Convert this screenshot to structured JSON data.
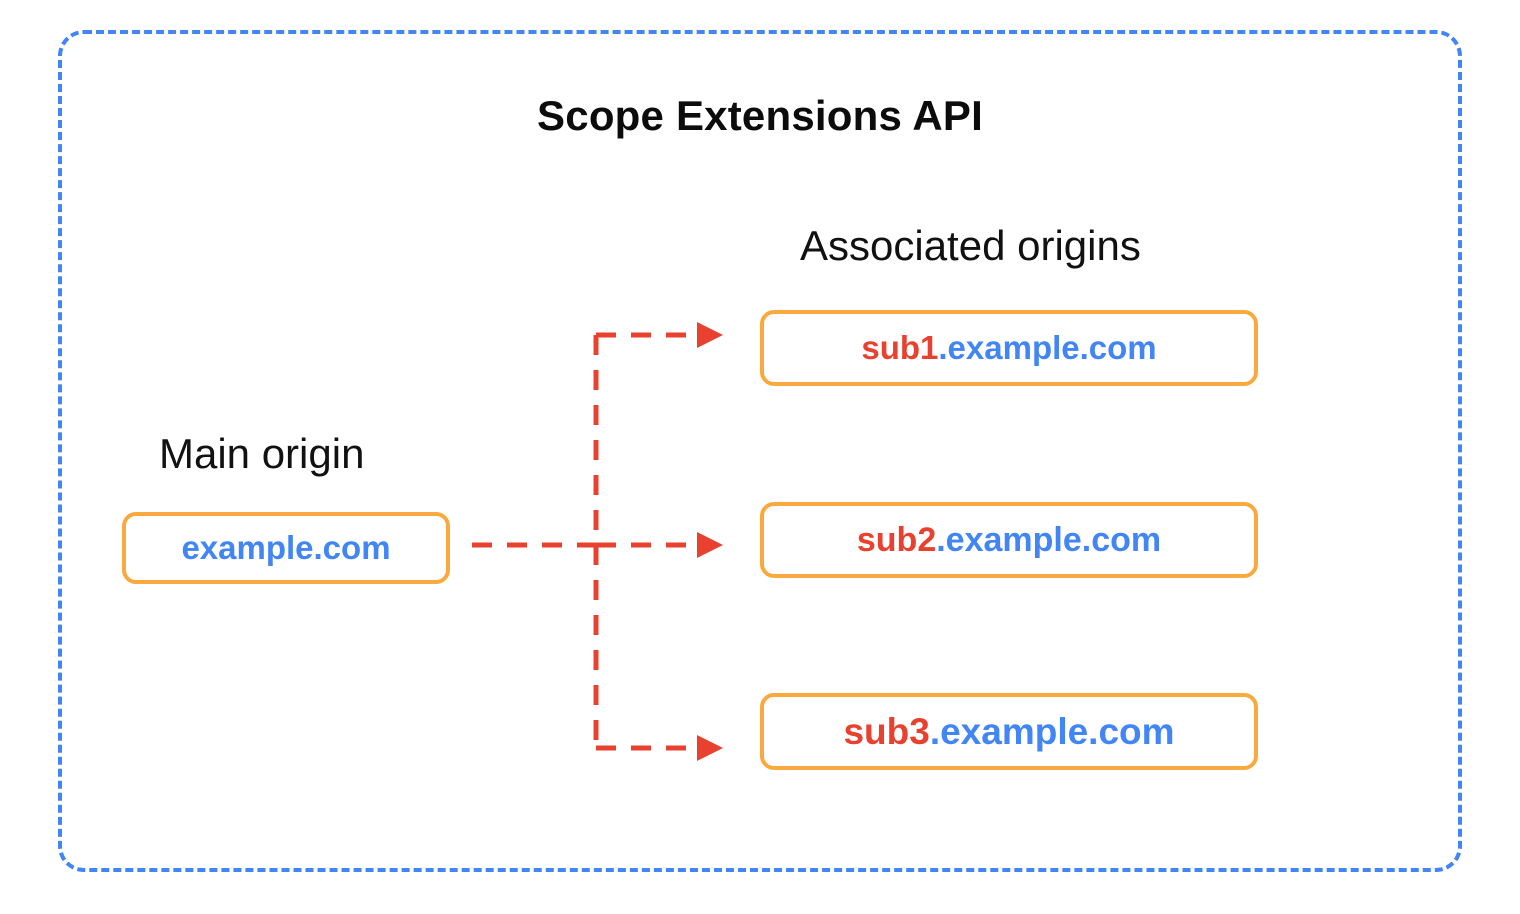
{
  "diagram": {
    "title": "Scope Extensions API",
    "frame": {
      "style": "dashed",
      "color": "#4285F4"
    },
    "sections": {
      "main_origin_label": "Main origin",
      "associated_origins_label": "Associated origins"
    },
    "main_origin": {
      "name": "main-origin-box",
      "sub_part": "",
      "domain_part": "example.com",
      "full_text": "example.com",
      "border_color": "#FAA93F",
      "sub_color": "#E8412F",
      "domain_color": "#4285F4"
    },
    "associated_origins": [
      {
        "name": "associated-origin-sub1",
        "sub_part": "sub1",
        "domain_part": ".example.com",
        "full_text": "sub1.example.com",
        "border_color": "#FAA93F",
        "sub_color": "#E8412F",
        "domain_color": "#4285F4"
      },
      {
        "name": "associated-origin-sub2",
        "sub_part": "sub2",
        "domain_part": ".example.com",
        "full_text": "sub2.example.com",
        "border_color": "#FAA93F",
        "sub_color": "#E8412F",
        "domain_color": "#4285F4"
      },
      {
        "name": "associated-origin-sub3",
        "sub_part": "sub3",
        "domain_part": ".example.com",
        "full_text": "sub3.example.com",
        "border_color": "#FAA93F",
        "sub_color": "#E8412F",
        "domain_color": "#4285F4"
      }
    ],
    "connectors": {
      "style": "dashed",
      "color": "#E8412F",
      "arrow_count": 3,
      "description": "Main origin branches to three associated origins"
    }
  }
}
